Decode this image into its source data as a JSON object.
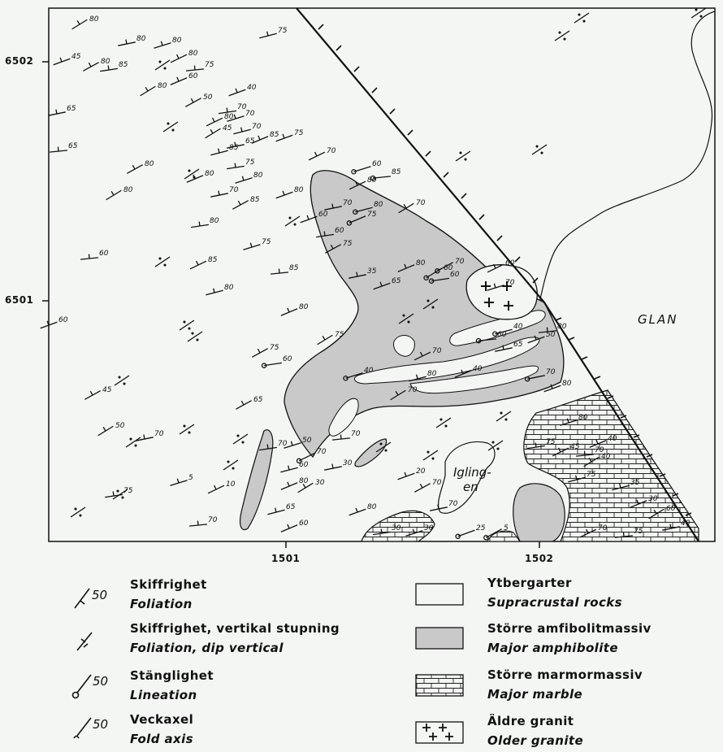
{
  "map": {
    "northing_labels": [
      "6502",
      "6501"
    ],
    "easting_labels": [
      "1501",
      "1502"
    ],
    "place_label": "GLAN",
    "lake_label_line1": "Igling-",
    "lake_label_line2": "en",
    "colors": {
      "background": "#f4f6f4",
      "amphibolite": "#c8c9c8",
      "ink": "#111111"
    },
    "dip_values": [
      "80",
      "80",
      "45",
      "80",
      "85",
      "80",
      "80",
      "75",
      "75",
      "60",
      "80",
      "65",
      "40",
      "50",
      "70",
      "70",
      "80",
      "65",
      "70",
      "85",
      "45",
      "65",
      "75",
      "80",
      "75",
      "80",
      "70",
      "60",
      "85",
      "80",
      "80",
      "70",
      "80",
      "85",
      "80",
      "60",
      "80",
      "85",
      "80",
      "75",
      "70",
      "70",
      "60",
      "75",
      "60",
      "75",
      "85",
      "85",
      "80",
      "80",
      "60",
      "35",
      "65",
      "70",
      "60",
      "70",
      "60",
      "80",
      "40",
      "80",
      "75",
      "65",
      "50",
      "75",
      "60",
      "40",
      "70",
      "60",
      "80",
      "40",
      "70",
      "70",
      "80",
      "65",
      "70",
      "50",
      "70",
      "70",
      "60",
      "80",
      "30",
      "30",
      "20",
      "70",
      "75",
      "80",
      "45",
      "70",
      "75",
      "40",
      "40",
      "70",
      "25",
      "5",
      "30",
      "30",
      "70",
      "75",
      "35",
      "30",
      "60",
      "40",
      "80",
      "45",
      "75",
      "5",
      "10",
      "70",
      "65",
      "60",
      "50",
      "70",
      "60",
      "75"
    ]
  },
  "legend": {
    "items": [
      {
        "title": "Skiffrighet",
        "subtitle": "Foliation",
        "value": "50",
        "symbol": "foliation-icon"
      },
      {
        "title": "Skiffrighet, vertikal stupning",
        "subtitle": "Foliation, dip vertical",
        "symbol": "vertical-foliation-icon"
      },
      {
        "title": "Stänglighet",
        "subtitle": "Lineation",
        "value": "50",
        "symbol": "lineation-icon"
      },
      {
        "title": "Veckaxel",
        "subtitle": "Fold axis",
        "value": "50",
        "symbol": "fold-axis-icon"
      },
      {
        "title": "Ytbergarter",
        "subtitle": "Supracrustal rocks",
        "symbol": "supracrustal-swatch"
      },
      {
        "title": "Större amfibolitmassiv",
        "subtitle": "Major amphibolite",
        "symbol": "amphibolite-swatch"
      },
      {
        "title": "Större marmormassiv",
        "subtitle": "Major marble",
        "symbol": "marble-swatch"
      },
      {
        "title": "Äldre granit",
        "subtitle": "Older granite",
        "symbol": "granite-swatch"
      }
    ]
  }
}
